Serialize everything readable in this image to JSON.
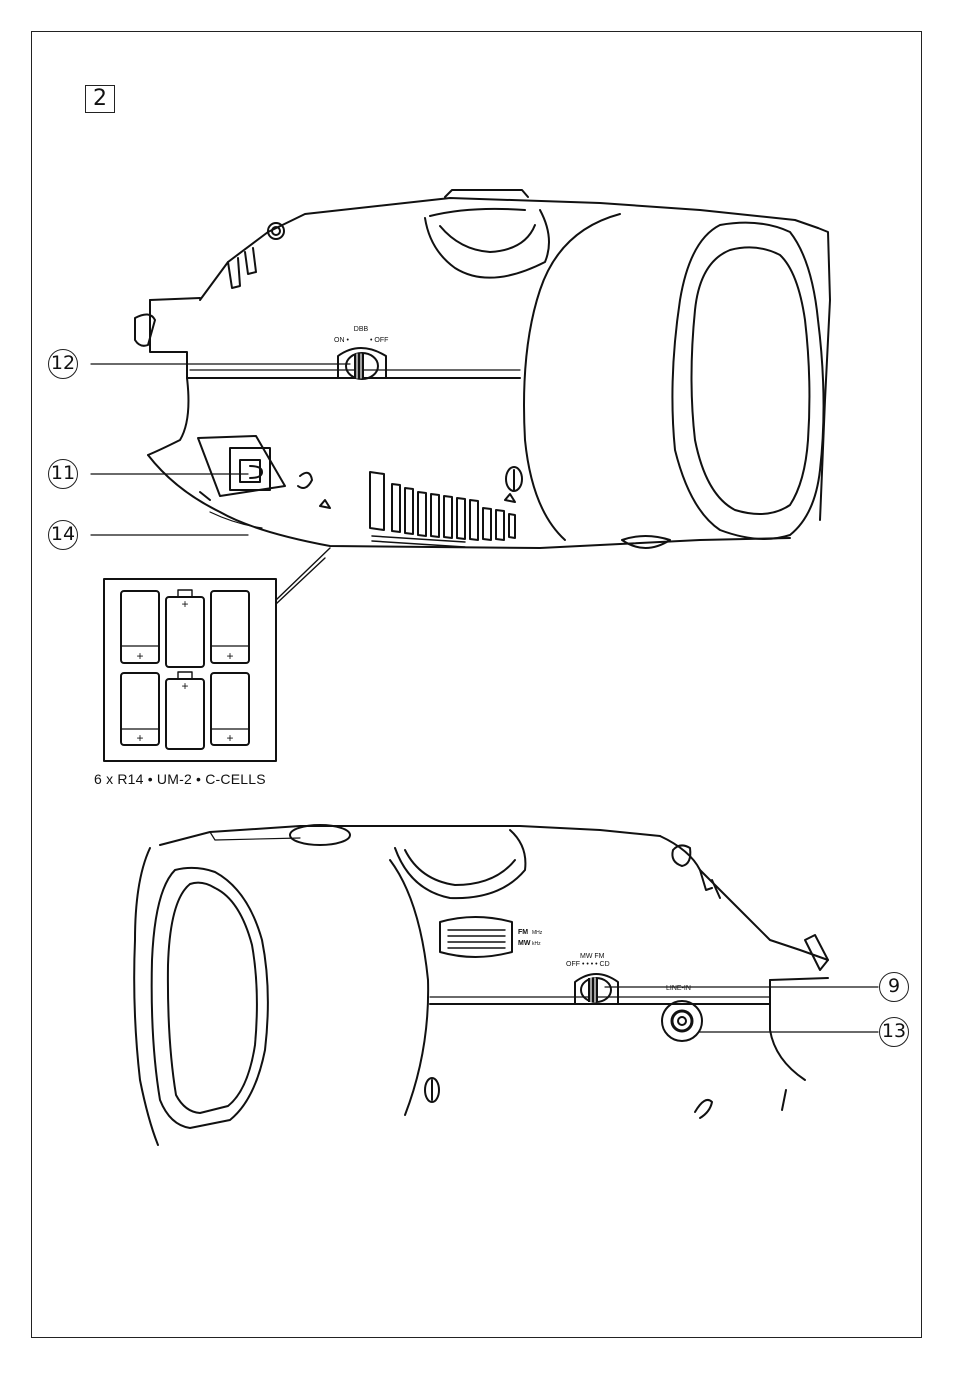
{
  "figure": {
    "number": "2"
  },
  "callouts": {
    "dbb": "12",
    "dc_in": "11",
    "battery_door": "14",
    "source_selector": "9",
    "line_in": "13"
  },
  "top_device": {
    "dbb_title": "DBB",
    "dbb_on": "ON •",
    "dbb_off": "• OFF"
  },
  "batteries": {
    "caption": "6 x R14 • UM-2 • C-CELLS",
    "plus_sign": "+"
  },
  "bottom_device": {
    "band_fm": "FM",
    "band_fm_unit": "MHz",
    "band_mw": "MW",
    "band_mw_unit": "kHz",
    "selector_top": "MW  FM",
    "selector_bottom": "OFF •  •  •  • CD",
    "line_in": "LINE-IN"
  }
}
